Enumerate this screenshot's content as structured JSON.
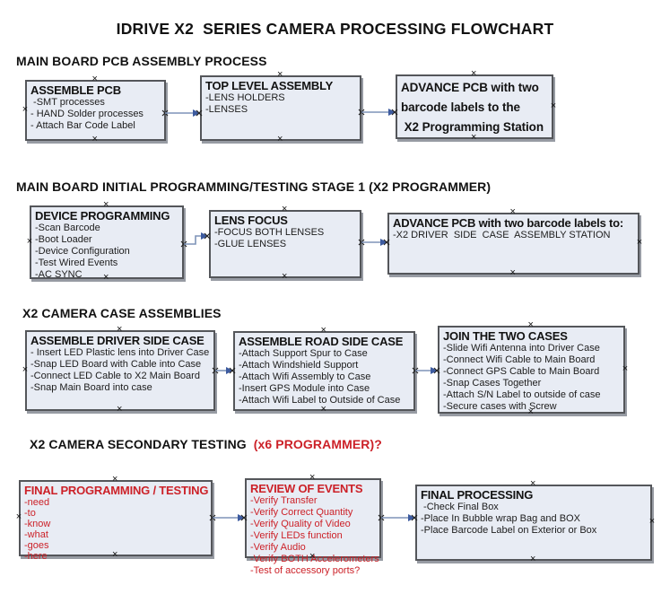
{
  "title": "IDRIVE X2  SERIES CAMERA PROCESSING FLOWCHART",
  "colors": {
    "box_fill": "#e8ecf4",
    "box_border": "#54565a",
    "red_text": "#cc2128",
    "arrow_line": "#7e94b8",
    "arrow_head": "#3d5b9f"
  },
  "sections": [
    {
      "heading": "MAIN BOARD PCB ASSEMBLY PROCESS",
      "boxes": [
        {
          "title": "ASSEMBLE PCB",
          "items": [
            " -SMT processes",
            "- HAND Solder processes",
            "- Attach Bar Code Label"
          ]
        },
        {
          "title": "TOP LEVEL ASSEMBLY",
          "items": [
            "-LENS HOLDERS",
            "-LENSES"
          ]
        },
        {
          "lines": [
            "ADVANCE PCB with two",
            "barcode labels to the",
            " X2 Programming Station"
          ]
        }
      ]
    },
    {
      "heading": "MAIN BOARD INITIAL PROGRAMMING/TESTING STAGE 1 (X2 PROGRAMMER)",
      "boxes": [
        {
          "title": "DEVICE PROGRAMMING",
          "items": [
            "-Scan Barcode",
            "-Boot Loader",
            "-Device Configuration",
            "-Test Wired Events",
            "-AC SYNC"
          ]
        },
        {
          "title": "LENS FOCUS",
          "items": [
            "-FOCUS BOTH LENSES",
            "-GLUE LENSES"
          ]
        },
        {
          "title": "ADVANCE PCB with two barcode labels to:",
          "items": [
            "-X2 DRIVER  SIDE  CASE  ASSEMBLY STATION"
          ]
        }
      ]
    },
    {
      "heading": "X2 CAMERA CASE ASSEMBLIES",
      "boxes": [
        {
          "title": "ASSEMBLE DRIVER SIDE CASE",
          "items": [
            "- Insert LED Plastic lens into Driver Case",
            "-Snap LED Board with Cable into Case",
            "-Connect LED Cable to X2 Main Board",
            "-Snap Main Board into case"
          ]
        },
        {
          "title": "ASSEMBLE ROAD SIDE CASE",
          "items": [
            "-Attach Support Spur to Case",
            "-Attach Windshield Support",
            "-Attach Wifi Assembly to Case",
            "-Insert GPS Module into Case",
            "-Attach Wifi Label to Outside of Case"
          ]
        },
        {
          "title": "JOIN THE TWO CASES",
          "items": [
            "-Slide Wifi Antenna into Driver Case",
            "-Connect Wifi Cable to Main Board",
            "-Connect GPS Cable to Main Board",
            "-Snap Cases Together",
            "-Attach S/N Label to outside of case",
            "-Secure cases with Screw"
          ]
        }
      ]
    },
    {
      "heading": "X2 CAMERA SECONDARY TESTING",
      "heading_red": "  (x6 PROGRAMMER)?",
      "boxes": [
        {
          "title": "FINAL PROGRAMMING / TESTING",
          "red": true,
          "items": [
            "-need",
            "-to",
            "-know",
            "-what",
            "-goes",
            "-here"
          ]
        },
        {
          "title": "REVIEW OF EVENTS",
          "red": true,
          "items": [
            "-Verify Transfer",
            "-Verify Correct Quantity",
            "-Verify Quality of Video",
            "-Verify LEDs function",
            "-Verify Audio",
            "-Verify BOTH Accelerometers",
            "-Test of accessory ports?"
          ]
        },
        {
          "title": "FINAL PROCESSING",
          "items": [
            " -Check Final Box",
            "-Place In Bubble wrap Bag and BOX",
            "-Place Barcode Label on Exterior or Box"
          ]
        }
      ]
    }
  ]
}
